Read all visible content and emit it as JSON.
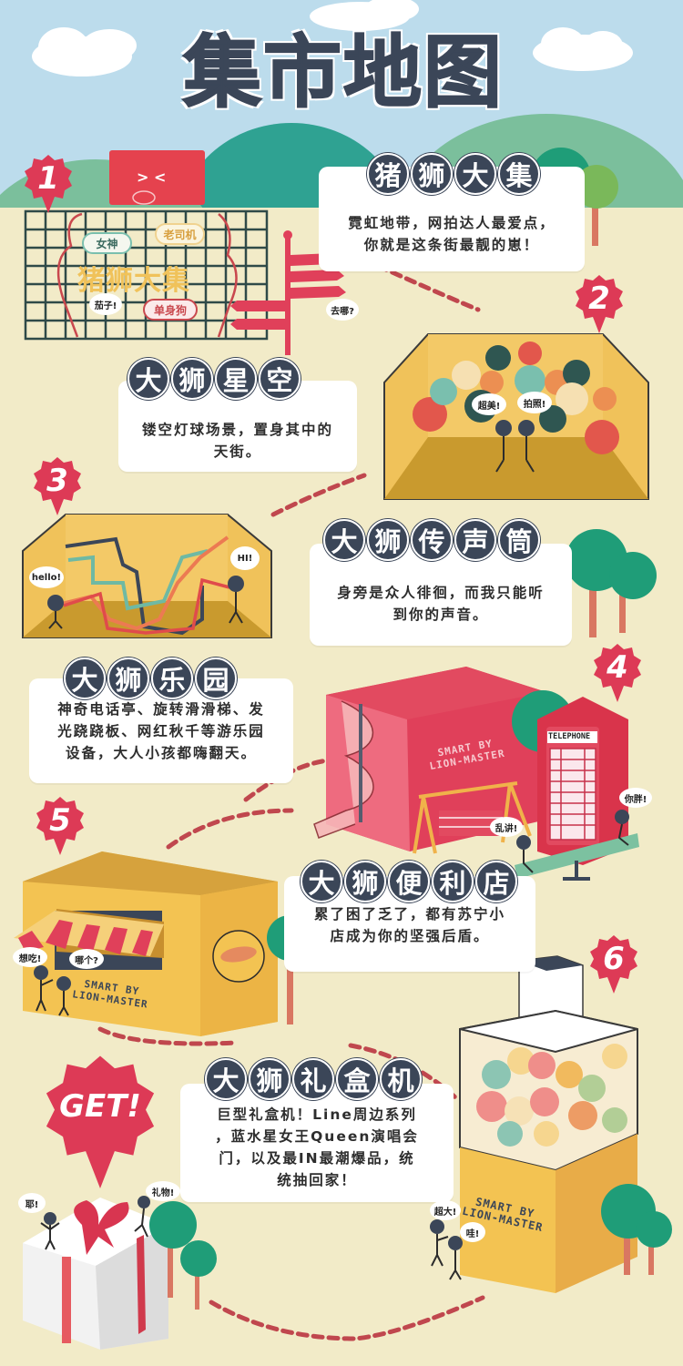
{
  "title": {
    "chars": [
      "集",
      "市",
      "地",
      "图"
    ],
    "text": "集市地图"
  },
  "colors": {
    "sky": "#bcdcec",
    "ground": "#f2ebc8",
    "hill_teal": "#2fa292",
    "hill_green": "#7bbf9c",
    "badge_red": "#dd3a56",
    "title_dark": "#3b4658",
    "path_red": "#c0474e",
    "box_yellow": "#f0c25a",
    "tree_green": "#1f9d78",
    "tree_trunk": "#d97762"
  },
  "sections": [
    {
      "number": "1",
      "title_chars": [
        "猪",
        "狮",
        "大",
        "集"
      ],
      "title": "猪狮大集",
      "description_lines": [
        "霓虹地带，网拍达人最爱点，",
        "你就是这条街最靓的崽！"
      ],
      "illustration": {
        "sign_text": "猪狮大集",
        "pig_face": "> <",
        "tags": [
          "女神",
          "老司机",
          "单身狗"
        ],
        "speech": [
          "茄子!",
          "去哪?"
        ]
      }
    },
    {
      "number": "2",
      "title_chars": [
        "大",
        "狮",
        "星",
        "空"
      ],
      "title": "大狮星空",
      "description_lines": [
        "镂空灯球场景，置身其中的",
        "天街。"
      ],
      "illustration": {
        "speech": [
          "超美!",
          "拍照!"
        ]
      }
    },
    {
      "number": "3",
      "title_chars": [
        "大",
        "狮",
        "传",
        "声",
        "筒"
      ],
      "title": "大狮传声筒",
      "description_lines": [
        "身旁是众人徘徊，而我只能听",
        "到你的声音。"
      ],
      "illustration": {
        "speech": [
          "hello!",
          "HI!"
        ]
      }
    },
    {
      "number": "4",
      "title_chars": [
        "大",
        "狮",
        "乐",
        "园"
      ],
      "title": "大狮乐园",
      "description_lines": [
        "神奇电话亭、旋转滑滑梯、发",
        "光跷跷板、网红秋千等游乐园",
        "设备，大人小孩都嗨翻天。"
      ],
      "illustration": {
        "box_label_lines": [
          "SMART BY",
          "LION-MASTER"
        ],
        "telephone_label": "TELEPHONE",
        "speech": [
          "乱讲!",
          "你胖!"
        ]
      }
    },
    {
      "number": "5",
      "title_chars": [
        "大",
        "狮",
        "便",
        "利",
        "店"
      ],
      "title": "大狮便利店",
      "description_lines": [
        "累了困了乏了，都有苏宁小",
        "店成为你的坚强后盾。"
      ],
      "illustration": {
        "box_label_lines": [
          "SMART BY",
          "LION-MASTER"
        ],
        "speech": [
          "想吃!",
          "哪个?"
        ]
      }
    },
    {
      "number": "6",
      "title_chars": [
        "大",
        "狮",
        "礼",
        "盒",
        "机"
      ],
      "title": "大狮礼盒机",
      "description_lines": [
        "巨型礼盒机！Line周边系列",
        "，蓝水星女王Queen演唱会",
        "门，以及最IN最潮爆品，统",
        "统抽回家！"
      ],
      "illustration": {
        "box_label_lines": [
          "SMART BY",
          "LION-MASTER"
        ],
        "speech": [
          "超大!",
          "哇!"
        ]
      }
    }
  ],
  "finale": {
    "badge_text": "GET!",
    "speech": [
      "耶!",
      "礼物!"
    ]
  }
}
